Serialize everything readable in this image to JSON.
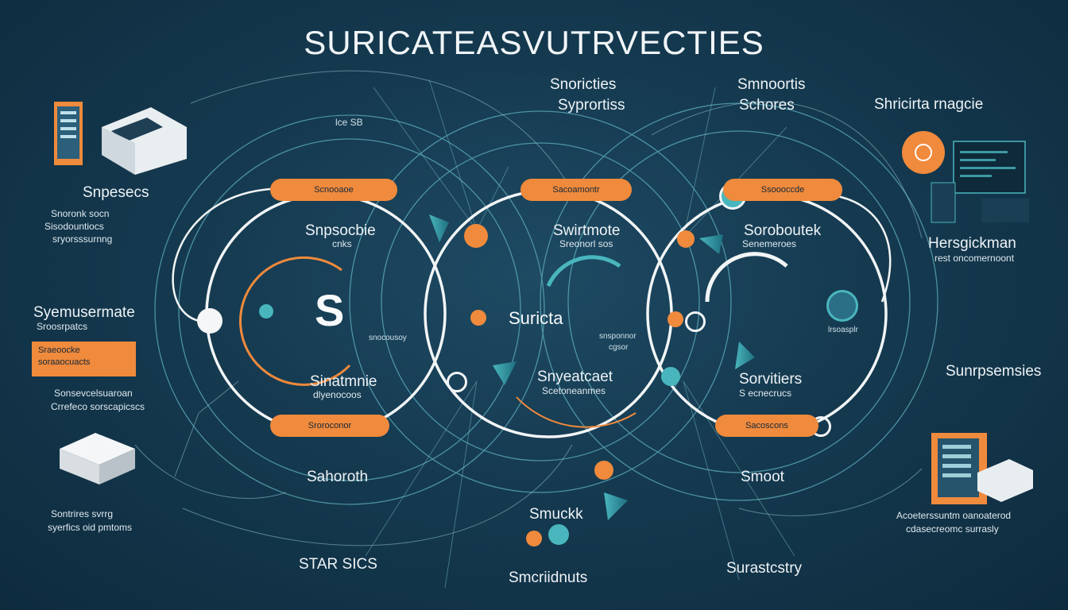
{
  "title": "SURICATEASVUTRVECTIES",
  "brand": {
    "s_logo": "S",
    "center_logo": "Suricta"
  },
  "top": {
    "mid_label1": "Snoricties",
    "mid_label2": "Syprortiss",
    "right_label1": "Smnoortis",
    "right_label2": "Schores",
    "far_right": "Shricirta rnagcie",
    "small_tag": "lce SB"
  },
  "left": {
    "devices_label": "Snpesecs",
    "devices_sub1": "Snoronk socn",
    "devices_sub2": "Sisodountiocs",
    "devices_sub3": "sryorsssurnng",
    "system_label": "Syemusermate",
    "system_sub": "Sroosrpatcs",
    "tag_line1": "Sraeoocke",
    "tag_line2": "soraaocuacts",
    "info1": "Sonsevcelsuaroan",
    "info2": "Crrefeco sorscapicscs",
    "bottom1": "Sontrires svrrg",
    "bottom2": "syerfics oid pmtoms"
  },
  "rings": {
    "pill1": "Scnooaoe",
    "pill2": "Sacoamontr",
    "pill3": "Ssoooccde",
    "pill4": "Sroroconor",
    "pill5": "Sacoscons",
    "r1_head": "Snpsocbie",
    "r1_sub": "cnks",
    "r1_small": "snocousoy",
    "r1_foot1": "Sinatmnie",
    "r1_foot2": "dlyenocoos",
    "r2_head": "Swirtmote",
    "r2_sub": "Sreonorl sos",
    "r2_small1": "snsponnor",
    "r2_small2": "cgsor",
    "r2_foot1": "Snyeatcaet",
    "r2_foot2": "Scetoneanmes",
    "r3_head": "Soroboutek",
    "r3_sub": "Senemeroes",
    "r3_small": "lrsoasplr",
    "r3_foot1": "Sorvitiers",
    "r3_foot2": "S ecnecrucs"
  },
  "right": {
    "label1": "Hersgickman",
    "label2": "rest oncomernoont",
    "surpsemsies": "Sunrpsemsies",
    "bottom1": "Acoeterssuntm oanoaterod",
    "bottom2": "cdasecreomc surrasly"
  },
  "bottom": {
    "sahoroth": "Sahoroth",
    "smuckk": "Smuckk",
    "smoot": "Smoot",
    "star": "STAR SICS",
    "smcriidnuts": "Smcriidnuts",
    "suratcstry": "Surastcstry"
  },
  "colors": {
    "accent": "#f08a3c",
    "teal": "#3aa3a8",
    "ring": "#f2f5f6",
    "bg": "#153a50"
  }
}
